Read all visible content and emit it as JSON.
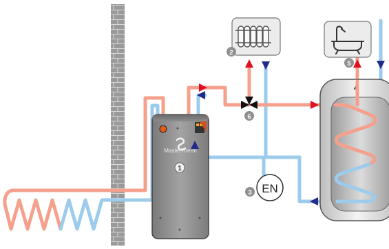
{
  "diagram": {
    "brand": "MasterTherm",
    "labels": {
      "heat_pump": "1",
      "radiator": "2",
      "expansion_vessel": "3",
      "tank": "4",
      "hot_water": "5",
      "valve": "6"
    },
    "expansion_vessel_text": "EN",
    "icons": {
      "radiator": "radiator-icon",
      "bath": "bath-shower-icon",
      "brand": "mastertherm-logo-icon"
    },
    "colors": {
      "hot_pipe": "#f5a08c",
      "cold_pipe": "#9ccbeb",
      "hot_arrow": "#e0101e",
      "cold_arrow": "#222a8a",
      "wall": "#9a9a9a",
      "heat_pump_body": "#8e8e8e",
      "label_badge": "#909090"
    }
  }
}
